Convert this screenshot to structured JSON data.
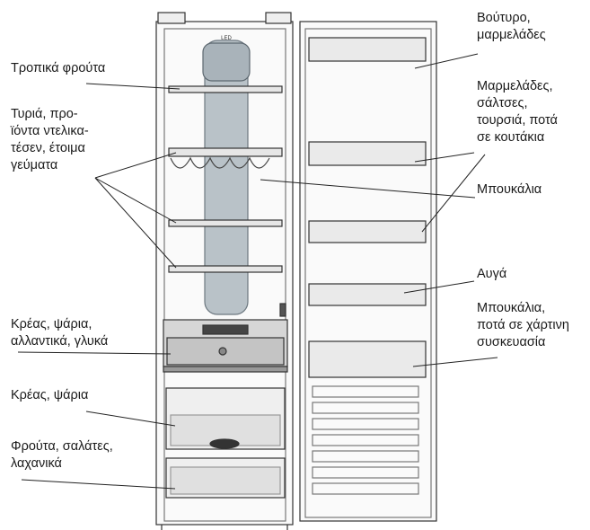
{
  "labels": {
    "tropical_fruit": "Τροπικά φρούτα",
    "cheese": [
      "Τυριά, προ-",
      "ϊόντα ντελικα-",
      "τέσεν, έτοιμα",
      "γεύματα"
    ],
    "meat_fish_sweets": [
      "Κρέας, ψάρια,",
      "αλλαντικά, γλυκά"
    ],
    "meat_fish": "Κρέας, ψάρια",
    "fruit_veg": [
      "Φρούτα, σαλάτες,",
      "λαχανικά"
    ],
    "butter": [
      "Βούτυρο,",
      "μαρμελάδες"
    ],
    "jams_sauces": [
      "Μαρμελάδες,",
      "σάλτσες,",
      "τουρσιά, ποτά",
      "σε κουτάκια"
    ],
    "bottles": "Μπουκάλια",
    "eggs": "Αυγά",
    "bottles_cartons": [
      "Μπουκάλια,",
      "ποτά σε χάρτινη",
      "συσκευασία"
    ]
  }
}
